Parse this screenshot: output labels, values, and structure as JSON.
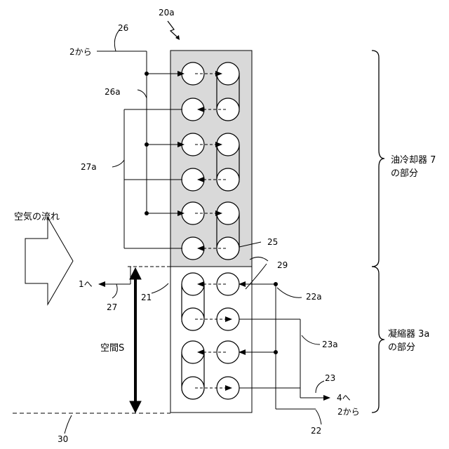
{
  "labels": {
    "ref_20a": "20a",
    "from_2_top": "2から",
    "ref_26": "26",
    "ref_26a": "26a",
    "ref_27a": "27a",
    "air_flow": "空気の流れ",
    "to_1": "1へ",
    "ref_27": "27",
    "ref_21": "21",
    "ref_25": "25",
    "ref_29": "29",
    "ref_22a": "22a",
    "ref_23a": "23a",
    "ref_23": "23",
    "to_4": "4へ",
    "from_2_bottom": "2から",
    "ref_22": "22",
    "ref_30": "30",
    "space_s": "空間S",
    "oil_cooler_line1": "油冷却器 7",
    "oil_cooler_line2": "の部分",
    "condenser_line1": "凝縮器 3a",
    "condenser_line2": "の部分"
  },
  "colors": {
    "oil_cooler_fill": "#d9d9d9",
    "line": "#000000",
    "background": "#ffffff"
  }
}
